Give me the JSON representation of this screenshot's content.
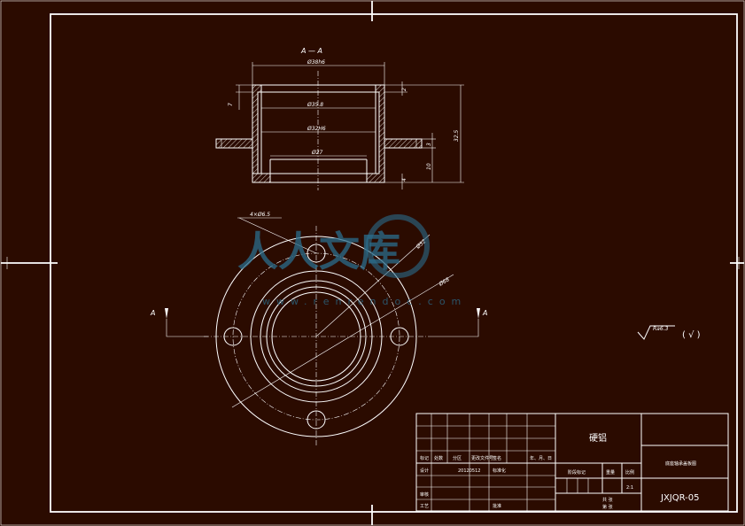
{
  "section_label": "A — A",
  "section_marker_left": "A",
  "section_marker_right": "A",
  "dimensions": {
    "outer_diameter": "Ø38h6",
    "inner_diameter_top": "Ø35.8",
    "inner_diameter_mid": "Ø32H6",
    "inner_diameter_bottom": "Ø27",
    "top_step": "2",
    "top_left": "7",
    "flange_thickness": "3",
    "lower_height": "10",
    "bottom_step": "4",
    "total_height": "32.5",
    "hole_callout": "4×Ø6.5",
    "pcd": "Ø52",
    "flange_diameter": "Ø68"
  },
  "surface_finish": {
    "value": "Ra6.3",
    "bracket": "( √ )"
  },
  "title_block": {
    "part_name": "硬铝",
    "drawing_title": "底座轴承盖板图",
    "drawing_number": "JXJQR-05",
    "scale": "2:1",
    "date": "20120512",
    "labels": {
      "designer": "设计",
      "check": "审核",
      "process": "工艺",
      "approve": "批准",
      "sign": "签名",
      "date_label": "年、月、日",
      "stage": "阶段标记",
      "weight": "重量",
      "ratio": "比例",
      "sheet": "共 张",
      "sheet_no": "第 张",
      "standard": "标准化",
      "zone": "分区",
      "change_no": "更改文件号",
      "count": "处数",
      "mark": "标记"
    }
  },
  "watermark": {
    "main": "人人文库",
    "sub": "www.renrendoc.com"
  }
}
